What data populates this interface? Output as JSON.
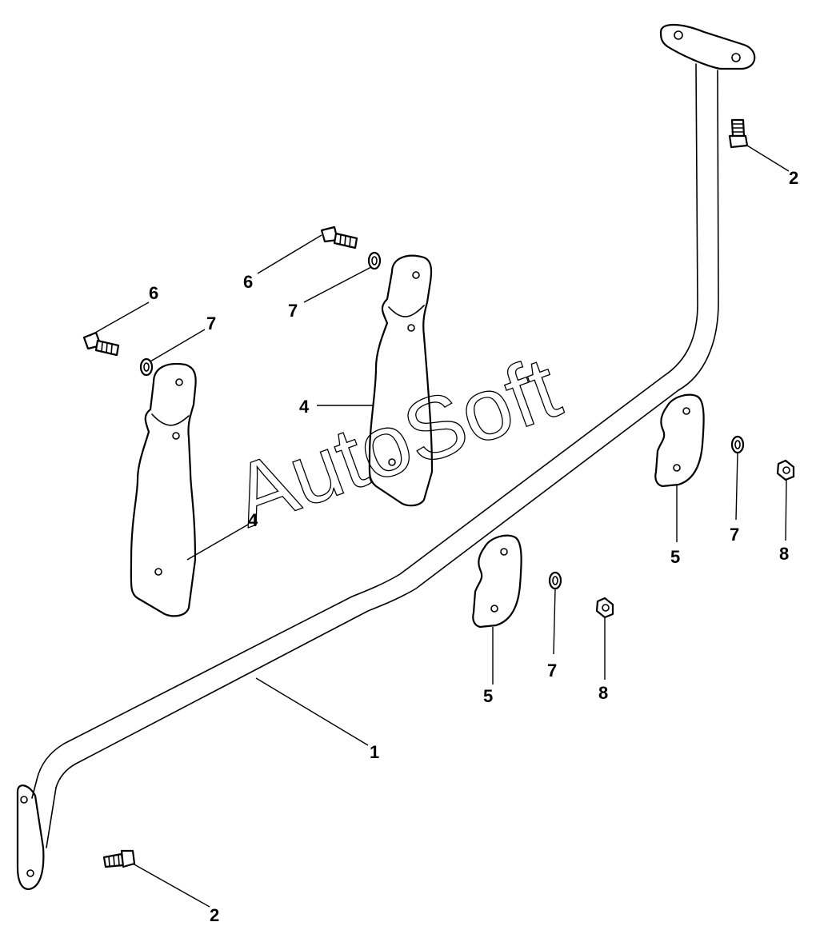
{
  "watermark": "AutoSoft",
  "callouts": {
    "c1": "1",
    "c2a": "2",
    "c2b": "2",
    "c4a": "4",
    "c4b": "4",
    "c5a": "5",
    "c5b": "5",
    "c6a": "6",
    "c6b": "6",
    "c7a": "7",
    "c7b": "7",
    "c7c": "7",
    "c7d": "7",
    "c8a": "8",
    "c8b": "8"
  },
  "colors": {
    "line": "#000000",
    "background": "#ffffff"
  }
}
